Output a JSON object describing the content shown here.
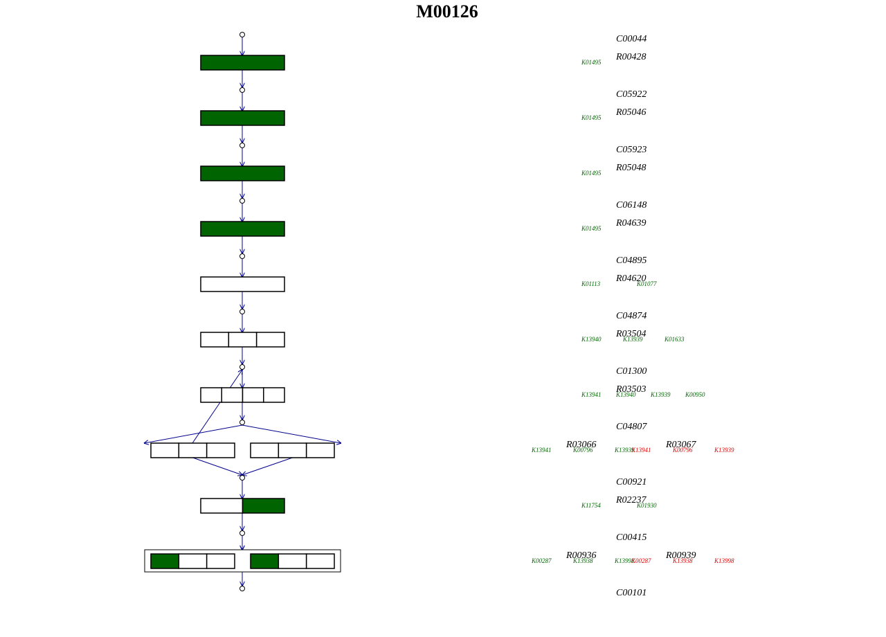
{
  "module_id": "M00126",
  "colors": {
    "present": "#006400",
    "absent": "#e00000",
    "arrow": "#00008b",
    "box_fill_present": "#006400"
  },
  "steps": [
    {
      "compound": "C00044",
      "reactions": [
        {
          "id": "R00428",
          "kos": [
            {
              "id": "K01495",
              "present": true
            }
          ]
        }
      ]
    },
    {
      "compound": "C05922",
      "reactions": [
        {
          "id": "R05046",
          "kos": [
            {
              "id": "K01495",
              "present": true
            }
          ]
        }
      ]
    },
    {
      "compound": "C05923",
      "reactions": [
        {
          "id": "R05048",
          "kos": [
            {
              "id": "K01495",
              "present": true
            }
          ]
        }
      ]
    },
    {
      "compound": "C06148",
      "reactions": [
        {
          "id": "R04639",
          "kos": [
            {
              "id": "K01495",
              "present": true
            }
          ]
        }
      ]
    },
    {
      "compound": "C04895",
      "reactions": [
        {
          "id": "R04620",
          "kos": [
            {
              "id": "K01113",
              "present": true
            },
            {
              "id": "K01077",
              "present": true
            }
          ]
        }
      ]
    },
    {
      "compound": "C04874",
      "reactions": [
        {
          "id": "R03504",
          "kos": [
            {
              "id": "K13940",
              "present": true
            },
            {
              "id": "K13939",
              "present": true
            },
            {
              "id": "K01633",
              "present": true
            }
          ]
        }
      ]
    },
    {
      "compound": "C01300",
      "reactions": [
        {
          "id": "R03503",
          "kos": [
            {
              "id": "K13941",
              "present": true
            },
            {
              "id": "K13940",
              "present": true
            },
            {
              "id": "K13939",
              "present": true
            },
            {
              "id": "K00950",
              "present": true
            }
          ]
        }
      ]
    },
    {
      "compound": "C04807",
      "reactions": [
        {
          "id": "R03066",
          "kos": [
            {
              "id": "K13941",
              "present": true
            },
            {
              "id": "K00796",
              "present": true
            },
            {
              "id": "K13939",
              "present": true
            }
          ]
        },
        {
          "id": "R03067",
          "kos": [
            {
              "id": "K13941",
              "present": false
            },
            {
              "id": "K00796",
              "present": false
            },
            {
              "id": "K13939",
              "present": false
            }
          ]
        }
      ]
    },
    {
      "compound": "C00921",
      "reactions": [
        {
          "id": "R02237",
          "kos": [
            {
              "id": "K11754",
              "present": true
            },
            {
              "id": "K01930",
              "present": true
            }
          ]
        }
      ]
    },
    {
      "compound": "C00415",
      "reactions": [
        {
          "id": "R00936",
          "kos": [
            {
              "id": "K00287",
              "present": true
            },
            {
              "id": "K13938",
              "present": true
            },
            {
              "id": "K13998",
              "present": true
            }
          ]
        },
        {
          "id": "R00939",
          "kos": [
            {
              "id": "K00287",
              "present": false
            },
            {
              "id": "K13938",
              "present": false
            },
            {
              "id": "K13998",
              "present": false
            }
          ]
        }
      ]
    }
  ],
  "final_compound": "C00101"
}
